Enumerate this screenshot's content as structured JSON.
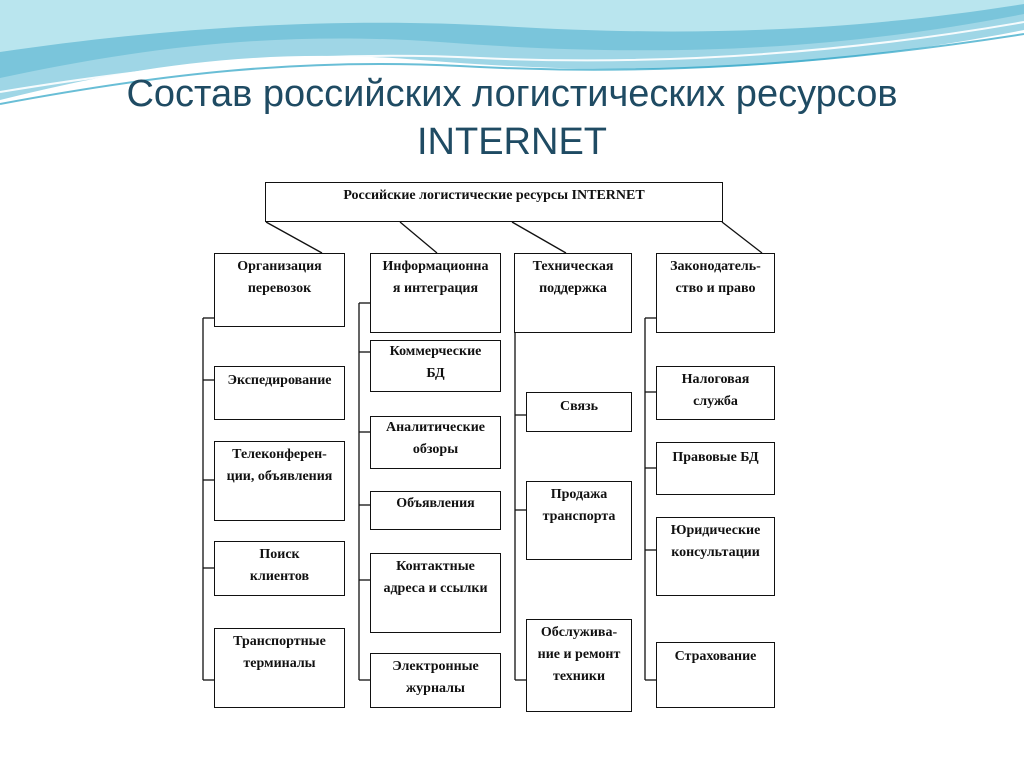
{
  "slide": {
    "title_line1": "Состав российских логистических ресурсов",
    "title_line2": "INTERNET"
  },
  "diagram": {
    "root": {
      "line1": "Российские логистические ресурсы INTERNET"
    },
    "categories": [
      {
        "line1": "Организация",
        "line2": "перевозок"
      },
      {
        "line1": "Информационна",
        "line2": "я интеграция"
      },
      {
        "line1": "Техническая",
        "line2": "поддержка"
      },
      {
        "line1": "Законодатель-",
        "line2": "ство и право"
      }
    ],
    "items": [
      [
        {
          "line1": "Экспедирование"
        },
        {
          "line1": "Телеконферен-",
          "line2": "ции, объявления"
        },
        {
          "line1": "Поиск",
          "line2": "клиентов"
        },
        {
          "line1": "Транспортные",
          "line2": "терминалы"
        }
      ],
      [
        {
          "line1": "Коммерческие",
          "line2": "БД"
        },
        {
          "line1": "Аналитические",
          "line2": "обзоры"
        },
        {
          "line1": "Объявления"
        },
        {
          "line1": "Контактные",
          "line2": "адреса и ссылки"
        },
        {
          "line1": "Электронные",
          "line2": "журналы"
        }
      ],
      [
        {
          "line1": "Связь"
        },
        {
          "line1": "Продажа",
          "line2": "транспорта"
        },
        {
          "line1": "Обслужива-",
          "line2": "ние и ремонт",
          "line3": "техники"
        }
      ],
      [
        {
          "line1": "Налоговая",
          "line2": "служба"
        },
        {
          "line1": "Правовые БД"
        },
        {
          "line1": "Юридические",
          "line2": "консультации"
        },
        {
          "line1": "Страхование"
        }
      ]
    ]
  }
}
